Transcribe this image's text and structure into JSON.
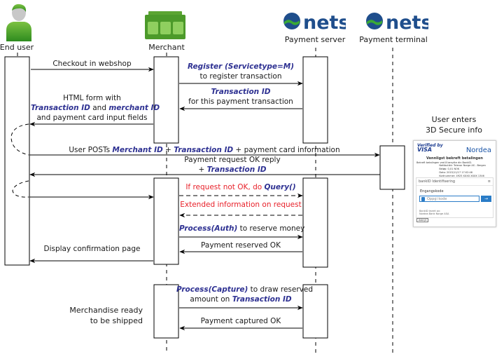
{
  "actors": [
    {
      "id": "end-user",
      "label": "End user",
      "icon": "person-icon"
    },
    {
      "id": "merchant",
      "label": "Merchant",
      "icon": "store-icon"
    },
    {
      "id": "payment-server",
      "label": "Payment server",
      "icon": "nets-logo-icon",
      "logo_text": "nets"
    },
    {
      "id": "payment-terminal",
      "label": "Payment terminal",
      "icon": "nets-logo-icon",
      "logo_text": "nets"
    }
  ],
  "colors": {
    "keyword": "#2e3192",
    "error": "#e8212a",
    "nets_blue": "#1f4e8c",
    "nets_green": "#3aa935",
    "merchant_green": "#4c9a2a"
  },
  "messages": {
    "checkout": "Checkout in webshop",
    "register_kw": "Register (Servicetype=M)",
    "register_text": "to register transaction",
    "txid_kw": "Transaction ID",
    "txid_text": "for this payment transaction",
    "html_form_line1": "HTML form with",
    "html_form_kw1": "Transaction ID",
    "html_form_and": " and ",
    "html_form_kw2": "merchant ID",
    "html_form_line3": "and payment card input fields",
    "post_prefix": "User POSTs ",
    "post_kw1": "Merchant ID",
    "post_plus1": " + ",
    "post_kw2": "Transaction ID",
    "post_suffix": " + payment card information",
    "reply_line1": "Payment request OK reply",
    "reply_plus": "+ ",
    "reply_kw": "Transaction ID",
    "query_text": "If request not OK, do ",
    "query_kw": "Query()",
    "extended": "Extended information on request",
    "auth_kw": "Process(Auth)",
    "auth_text": " to reserve money",
    "reserved_ok": "Payment reserved OK",
    "display_confirmation": "Display confirmation page",
    "capture_kw": "Process(Capture)",
    "capture_text": " to draw reserved",
    "capture_line2": "amount on ",
    "capture_line2_kw": "Transaction ID",
    "captured_ok": "Payment captured OK"
  },
  "notes": {
    "three_ds_line1": "User enters",
    "three_ds_line2": "3D Secure info",
    "merchandise_line1": "Merchandise ready",
    "merchandise_line2": "to be shipped"
  },
  "three_ds_screen": {
    "verified_by": "Verified by",
    "visa": "VISA",
    "bank": "Nordea",
    "title": "Vennligst bekreft betalingen",
    "subtitle": "Bekreft betalingen ved å benytte din BankID.",
    "rows": [
      "Nettbutikk: Telenor Norge AS - Bergen",
      "Beløp: 0,01 NOK",
      "Dato: 2015/11/17 17:02:46",
      "Kortnummer: 4925 XXXX XXXX 1346"
    ],
    "bankid_label": "bankID",
    "bankid_title": "Identifisering",
    "code_label": "Engangskode",
    "code_placeholder": "Oppgi kode",
    "submit_icon": "arrow-right-icon",
    "footer_line1": "BankID levert av:",
    "footer_line2": "Nordea Bank Norge ASA",
    "cancel_label": "Avbryt"
  }
}
